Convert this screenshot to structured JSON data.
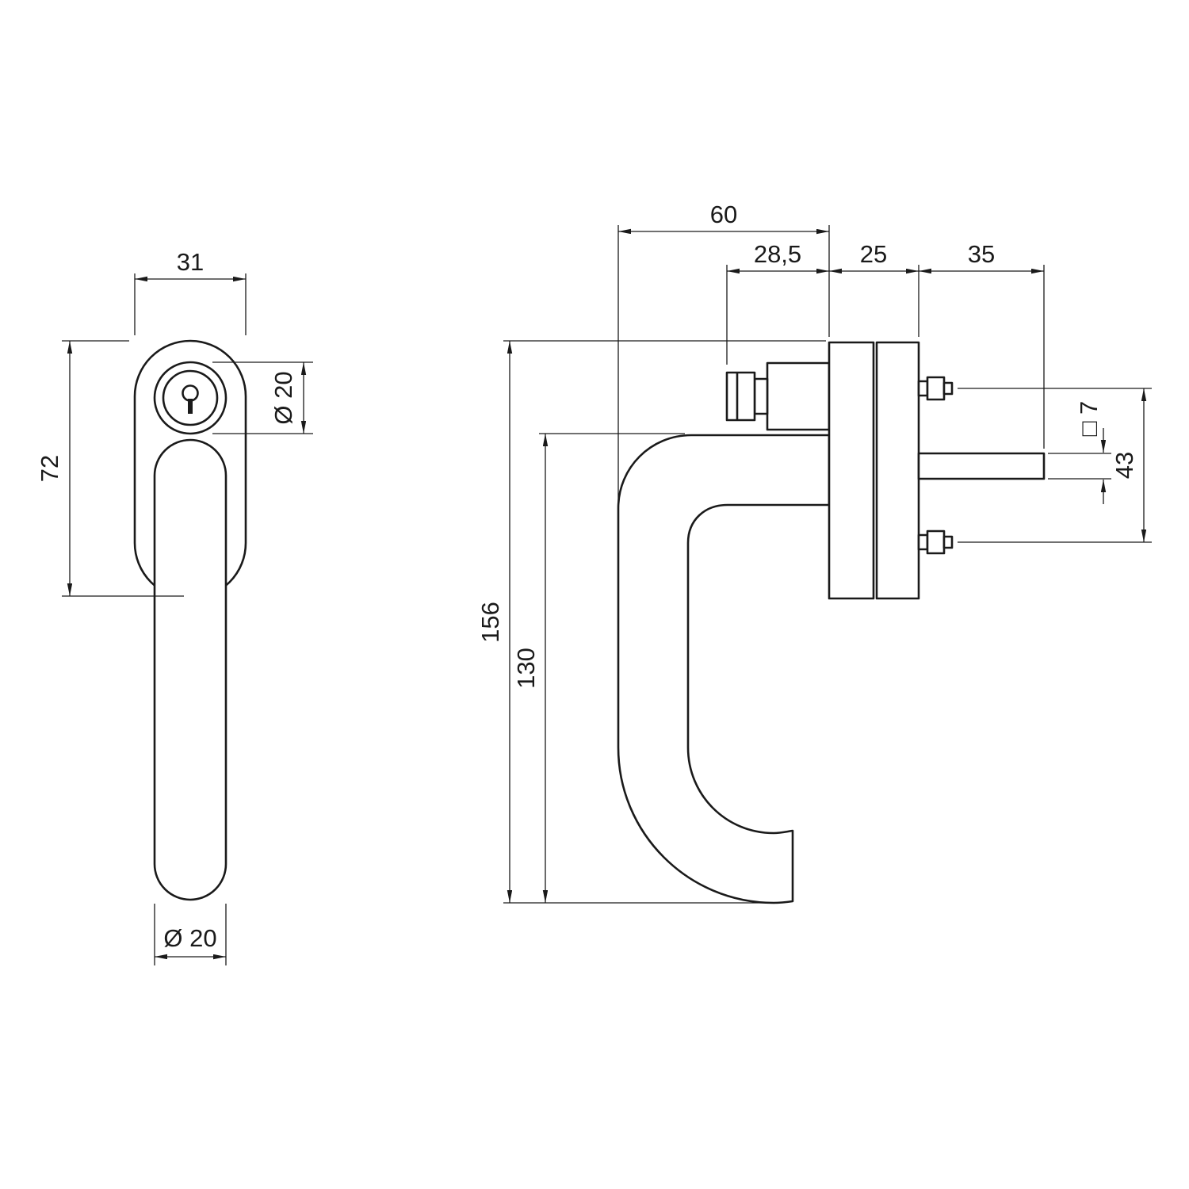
{
  "page": {
    "background": "#ffffff",
    "line_color": "#1a1a1a",
    "type": "technical drawing - lockable window handle, front and side view"
  },
  "front_view": {
    "dims": {
      "width_top": "31",
      "length_upper": "72",
      "cylinder_diameter": "Ø 20",
      "grip_diameter": "Ø 20"
    }
  },
  "side_view": {
    "dims": {
      "depth_total": "60",
      "cylinder_depth": "28,5",
      "rose_thickness": "25",
      "spindle_length": "35",
      "height_total": "156",
      "height_grip": "130",
      "spindle_square": "□ 7",
      "screw_distance": "43"
    }
  }
}
